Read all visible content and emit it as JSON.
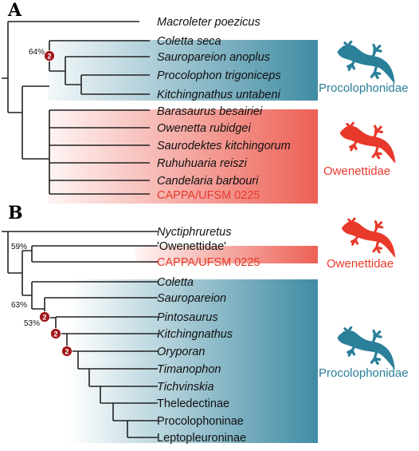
{
  "panel_a": {
    "letter": "A",
    "taxa": [
      "Macroleter poezicus",
      "Coletta seca",
      "Sauropareion anoplus",
      "Procolophon trigoniceps",
      "Kitchingnathus untabeni",
      "Barasaurus besairiei",
      "Owenetta rubidgei",
      "Saurodektes kitchingorum",
      "Ruhuhuaria reiszi",
      "Candelaria barbouri",
      "CAPPA/UFSM 0225"
    ],
    "support": "64%",
    "node_badge": "2",
    "clades": {
      "blue": "Procolophonidae",
      "red": "Owenettidae"
    }
  },
  "panel_b": {
    "letter": "B",
    "taxa": [
      "Nyctiphruretus",
      "'Owenettidae'",
      "CAPPA/UFSM 0225",
      "Coletta",
      "Sauropareion",
      "Pintosaurus",
      "Kitchingnathus",
      "Oryporan",
      "Timanophon",
      "Tichvinskia",
      "Theledectinae",
      "Procolophoninae",
      "Leptopleuroninae"
    ],
    "support": [
      "59%",
      "63%",
      "53%"
    ],
    "node_badges": [
      "2",
      "2",
      "2"
    ],
    "clades": {
      "red": "Owenettidae",
      "blue": "Procolophonidae"
    }
  },
  "colors": {
    "blue": "#2a7f99",
    "red": "#e8392b",
    "badge": "#a3161b"
  },
  "icons": [
    "lizard-silhouette-blue",
    "lizard-silhouette-red"
  ]
}
